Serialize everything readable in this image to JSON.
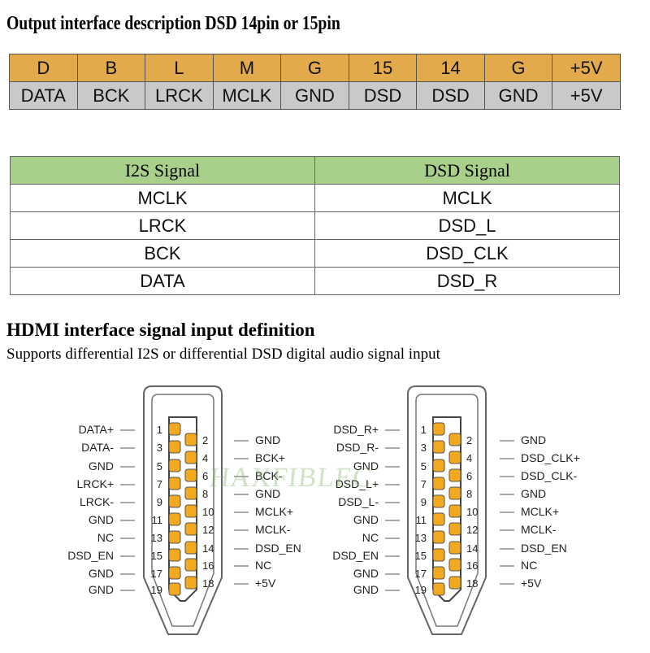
{
  "output_title": "Output interface description DSD 14pin or 15pin",
  "pin_table": {
    "headers": [
      "D",
      "B",
      "L",
      "M",
      "G",
      "15",
      "14",
      "G",
      "+5V"
    ],
    "values": [
      "DATA",
      "BCK",
      "LRCK",
      "MCLK",
      "GND",
      "DSD",
      "DSD",
      "GND",
      "+5V"
    ]
  },
  "signal_table": {
    "headers": [
      "I2S Signal",
      "DSD Signal"
    ],
    "rows": [
      [
        "MCLK",
        "MCLK"
      ],
      [
        "LRCK",
        "DSD_L"
      ],
      [
        "BCK",
        "DSD_CLK"
      ],
      [
        "DATA",
        "DSD_R"
      ]
    ]
  },
  "hdmi_title": "HDMI interface signal input definition",
  "hdmi_subtitle": "Supports differential I2S or differential DSD digital audio signal input",
  "watermark": "HAXFIBLEC",
  "connectors": [
    {
      "left": [
        "DATA+",
        "DATA-",
        "GND",
        "LRCK+",
        "LRCK-",
        "GND",
        "NC",
        "DSD_EN",
        "GND",
        "GND"
      ],
      "right": [
        "GND",
        "BCK+",
        "BCK-",
        "GND",
        "MCLK+",
        "MCLK-",
        "DSD_EN",
        "NC",
        "+5V"
      ]
    },
    {
      "left": [
        "DSD_R+",
        "DSD_R-",
        "GND",
        "DSD_L+",
        "DSD_L-",
        "GND",
        "NC",
        "DSD_EN",
        "GND",
        "GND"
      ],
      "right": [
        "GND",
        "DSD_CLK+",
        "DSD_CLK-",
        "GND",
        "MCLK+",
        "MCLK-",
        "DSD_EN",
        "NC",
        "+5V"
      ]
    }
  ],
  "pin_numbers_left": [
    "1",
    "3",
    "5",
    "7",
    "9",
    "11",
    "13",
    "15",
    "17",
    "19"
  ],
  "pin_numbers_right": [
    "2",
    "4",
    "6",
    "8",
    "10",
    "12",
    "14",
    "16",
    "18"
  ],
  "colors": {
    "pin_header": "#e2aa4a",
    "pin_values": "#c9c9c9",
    "signal_header": "#a9d08a",
    "pin_pad": "#f2a91f"
  }
}
